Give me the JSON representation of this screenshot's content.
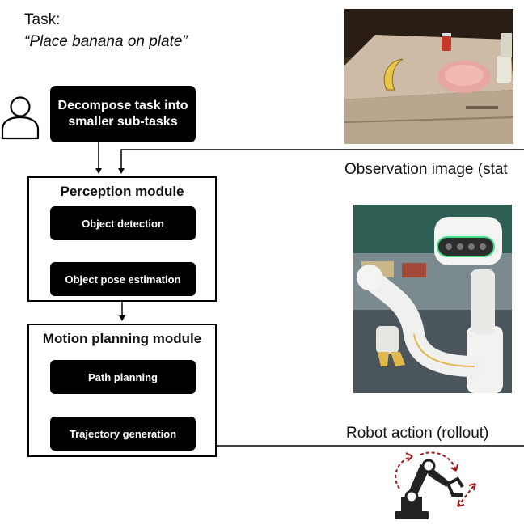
{
  "task": {
    "label": "Task:",
    "text": "“Place banana on plate”"
  },
  "icons": {
    "user": "user-icon",
    "robot_arm": "robot-arm-icon"
  },
  "decompose_box": {
    "text": "Decompose task into smaller sub-tasks"
  },
  "perception_module": {
    "title": "Perception module",
    "steps": [
      "Object detection",
      "Object pose estimation"
    ]
  },
  "motion_module": {
    "title": "Motion planning module",
    "steps": [
      "Path planning",
      "Trajectory generation"
    ]
  },
  "observation_caption": "Observation image (stat",
  "action_caption": "Robot action (rollout)",
  "colors": {
    "box": "#000000",
    "accent_arrows": "#9b1b1b",
    "robot_arm": "#222222"
  }
}
